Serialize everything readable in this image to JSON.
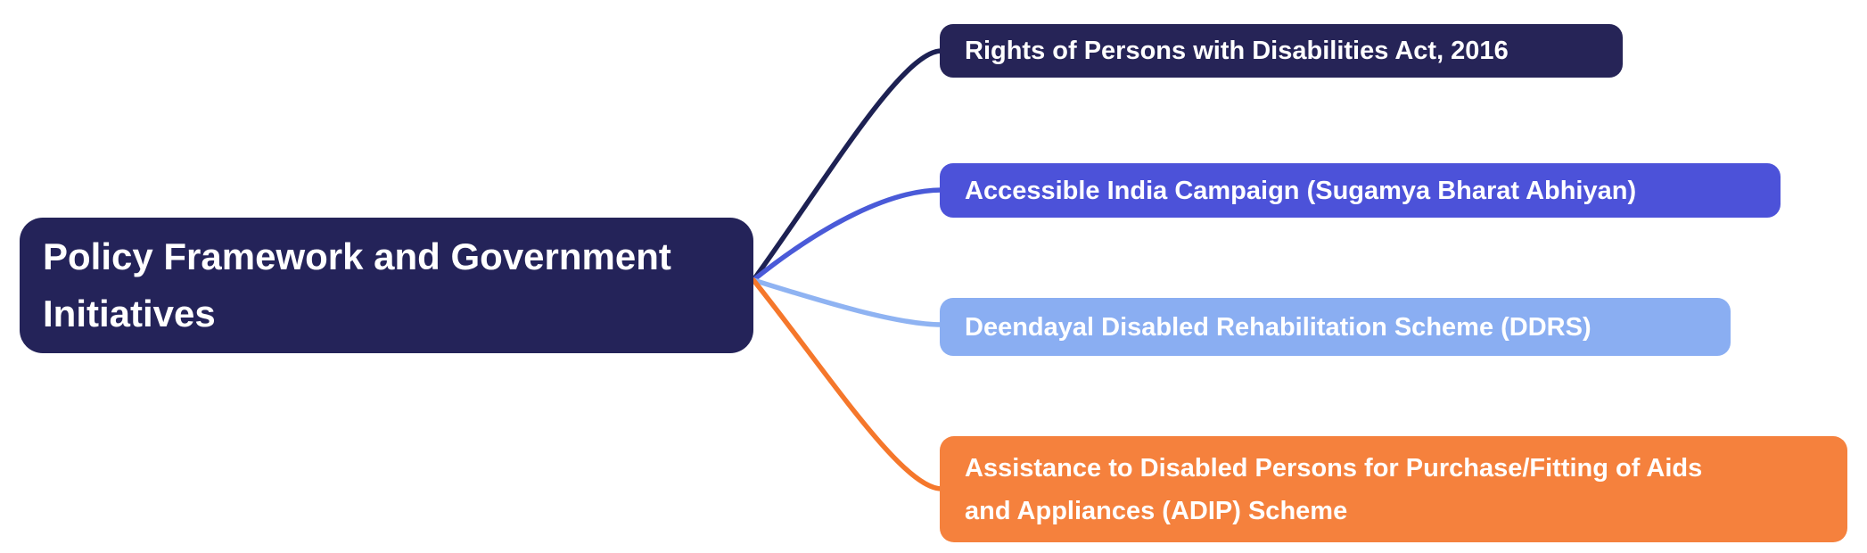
{
  "diagram": {
    "type": "mindmap",
    "background_color": "#ffffff",
    "text_color": "#ffffff",
    "root": {
      "label": "Policy Framework and Government Initiatives",
      "lines": [
        "Policy Framework and Government",
        "Initiatives"
      ],
      "bg_color": "#242359"
    },
    "children": [
      {
        "label": "Rights of Persons with Disabilities Act, 2016",
        "lines": [
          "Rights of Persons with Disabilities Act, 2016"
        ],
        "bg_color": "#262457",
        "connector_color": "#1d2153"
      },
      {
        "label": "Accessible India Campaign (Sugamya Bharat Abhiyan)",
        "lines": [
          "Accessible India Campaign (Sugamya Bharat Abhiyan)"
        ],
        "bg_color": "#4c52d9",
        "connector_color": "#4a5ad8"
      },
      {
        "label": "Deendayal Disabled Rehabilitation Scheme (DDRS)",
        "lines": [
          "Deendayal Disabled Rehabilitation Scheme (DDRS)"
        ],
        "bg_color": "#8aaef2",
        "connector_color": "#8fb3f2"
      },
      {
        "label": "Assistance to Disabled Persons for Purchase/Fitting of Aids and Appliances (ADIP) Scheme",
        "lines": [
          "Assistance to Disabled Persons for Purchase/Fitting of Aids",
          "and Appliances (ADIP) Scheme"
        ],
        "bg_color": "#f5813d",
        "connector_color": "#f5772b"
      }
    ]
  }
}
